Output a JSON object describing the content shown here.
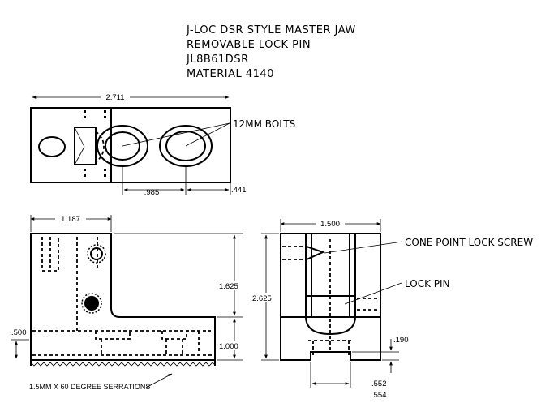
{
  "title_block": {
    "line1": "J-LOC DSR STYLE MASTER JAW",
    "line2": "REMOVABLE LOCK PIN",
    "line3": "JL8B61DSR",
    "line4": "MATERIAL 4140"
  },
  "top_view": {
    "overall_width": "2.711",
    "bolt_spacing": ".985",
    "edge_offset": ".441",
    "bolt_label": "12MM BOLTS"
  },
  "side_view": {
    "step_width": "1.187",
    "upper_height": "1.625",
    "lower_height": "1.000",
    "base_height": ".500",
    "serration_note": "1.5MM X 60 DEGREE SERRATIONS"
  },
  "end_view": {
    "overall_width": "1.500",
    "overall_height": "2.625",
    "slot_depth": ".190",
    "slot_width_min": ".552",
    "slot_width_max": ".554",
    "screw_label": "CONE POINT LOCK SCREW",
    "pin_label": "LOCK PIN"
  }
}
